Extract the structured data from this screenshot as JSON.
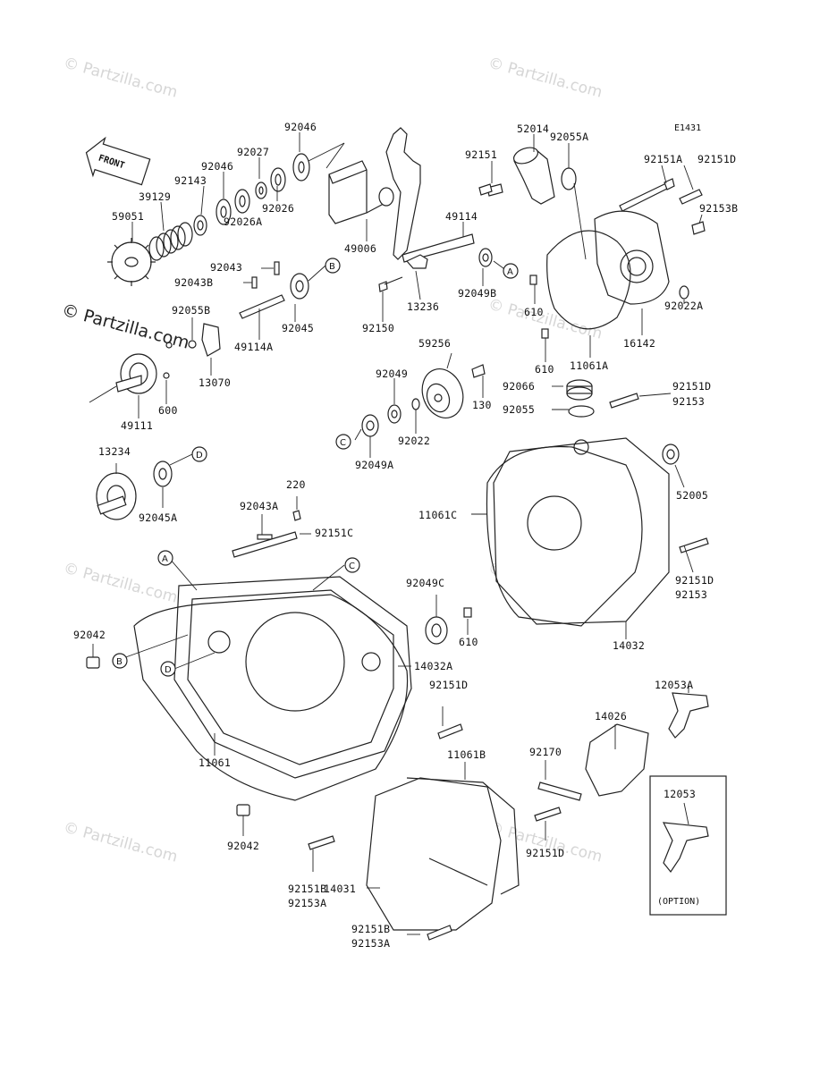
{
  "diagram_code": "E1431",
  "front_label": "FRONT",
  "copyright": "© Partzilla.com",
  "watermark": "© Partzilla.com",
  "option_label": "(OPTION)",
  "callouts": {
    "A": "A",
    "B": "B",
    "C": "C",
    "D": "D"
  },
  "labels": {
    "p92046a": "92046",
    "p92027": "92027",
    "p92046b": "92046",
    "p92143": "92143",
    "p39129": "39129",
    "p59051": "59051",
    "p92026": "92026",
    "p92026A": "92026A",
    "p49006": "49006",
    "p92043": "92043",
    "p92043B": "92043B",
    "p92045": "92045",
    "p49114A": "49114A",
    "p92055B": "92055B",
    "p13070": "13070",
    "p49111": "49111",
    "p600": "600",
    "p49114": "49114",
    "p13236": "13236",
    "p92150": "92150",
    "p92049B": "92049B",
    "p52014": "52014",
    "p92055A": "92055A",
    "p92151": "92151",
    "p92151A": "92151A",
    "p92151Da": "92151D",
    "p92153B": "92153B",
    "p92022A": "92022A",
    "p16142": "16142",
    "p610a": "610",
    "p610b": "610",
    "p11061A": "11061A",
    "p59256": "59256",
    "p92049": "92049",
    "p92022": "92022",
    "p130": "130",
    "p92049A": "92049A",
    "p92066": "92066",
    "p92055": "92055",
    "p92151Db": "92151D",
    "p92153a": "92153",
    "p13234": "13234",
    "p92045A": "92045A",
    "p220": "220",
    "p92043A": "92043A",
    "p92151C": "92151C",
    "p11061C": "11061C",
    "p52005": "52005",
    "p92151Dc": "92151D",
    "p92153b": "92153",
    "p92049C": "92049C",
    "p610c": "610",
    "p14032": "14032",
    "p92042a": "92042",
    "p14032A": "14032A",
    "p92151Dd": "92151D",
    "p11061": "11061",
    "p12053A": "12053A",
    "p14026": "14026",
    "p92170": "92170",
    "p11061B": "11061B",
    "p92042b": "92042",
    "p92151De": "92151D",
    "p12053": "12053",
    "p92151Ba": "92151B",
    "p92153Aa": "92153A",
    "p14031": "14031",
    "p92151Bb": "92151B",
    "p92153Ab": "92153A"
  }
}
